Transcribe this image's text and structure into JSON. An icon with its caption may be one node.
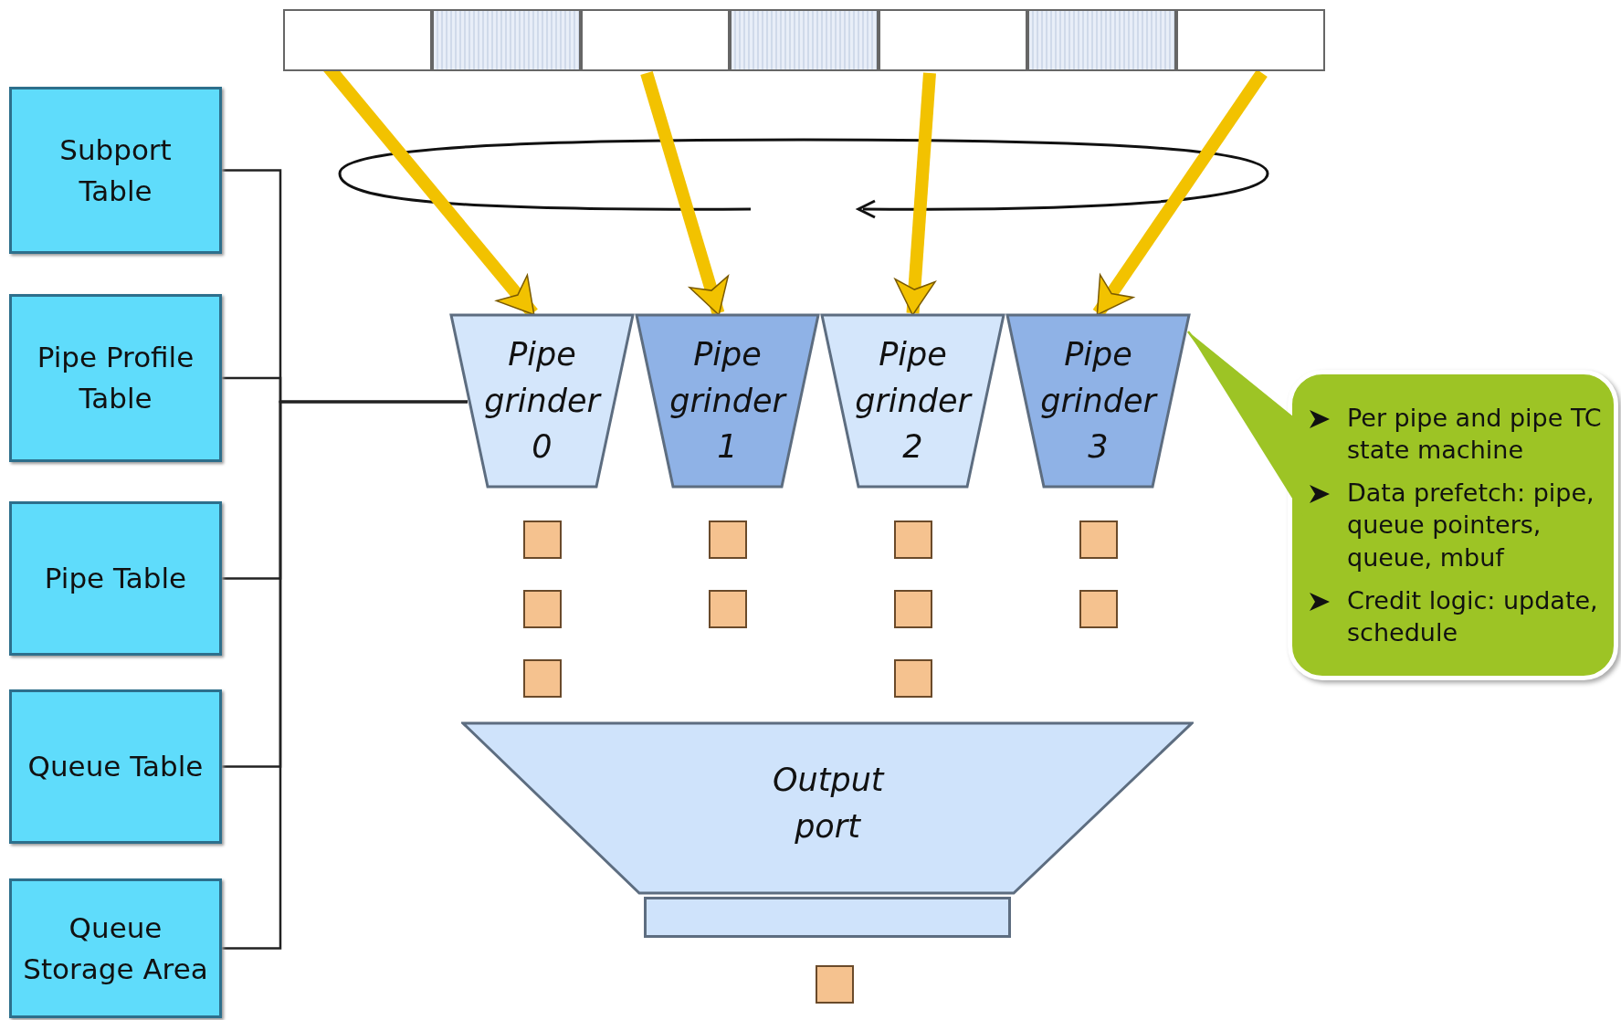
{
  "diagram": {
    "nodes": [
      {
        "text": [
          "Subport Table"
        ]
      },
      {
        "text": [
          "Pipe Profile Table"
        ]
      },
      {
        "text": [
          "Pipe Table"
        ]
      },
      {
        "text": [
          "Queue Table"
        ]
      },
      {
        "text": [
          "Queue Storage Area"
        ]
      },
      {
        "text": [],
        "shape": "box"
      },
      {
        "text": [],
        "shape": "box"
      },
      {
        "text": [],
        "shape": "box"
      },
      {
        "text": [],
        "shape": "box"
      },
      {
        "text": [],
        "shape": "box"
      },
      {
        "text": [],
        "shape": "box"
      },
      {
        "text": [],
        "shape": "box"
      },
      {
        "text": [
          "Pipe grinder 0"
        ]
      },
      {
        "text": [
          "Pipe grinder 1"
        ]
      },
      {
        "text": [
          "Pipe grinder 2"
        ]
      },
      {
        "text": [
          "Pipe grinder 3"
        ]
      },
      {
        "text": [
          "Output port"
        ]
      },
      {
        "text": [
          "Per pipe and pipe TC state machine",
          "Data prefetch: pipe, queue pointers, queue, mbuf",
          "Credit logic: update, schedule"
        ]
      },
      {
        "text": [],
        "shape": "bar"
      }
    ],
    "edges": [
      {
        "from": 0,
        "to": 12,
        "arrow": "none"
      },
      {
        "from": 1,
        "to": 12,
        "arrow": "none"
      },
      {
        "from": 2,
        "to": 12,
        "arrow": "none"
      },
      {
        "from": 3,
        "to": 12,
        "arrow": "none"
      },
      {
        "from": 4,
        "to": 12,
        "arrow": "none"
      },
      {
        "from": 5,
        "to": 12,
        "arrow": "to",
        "style": "thick",
        "color": "#f2c200"
      },
      {
        "from": 7,
        "to": 13,
        "arrow": "to",
        "style": "thick",
        "color": "#f2c200"
      },
      {
        "from": 9,
        "to": 14,
        "arrow": "to",
        "style": "thick",
        "color": "#f2c200"
      },
      {
        "from": 11,
        "to": 15,
        "arrow": "to",
        "style": "thick",
        "color": "#f2c200"
      },
      {
        "from": 17,
        "to": 15,
        "arrow": "none",
        "color": "#9dc425"
      }
    ]
  }
}
